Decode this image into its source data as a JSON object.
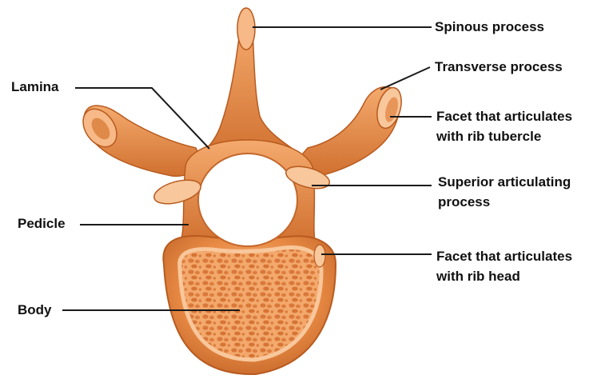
{
  "labels": {
    "spinous_process": "Spinous process",
    "transverse_process": "Transverse process",
    "facet_rib_tubercle_line1": "Facet that articulates",
    "facet_rib_tubercle_line2": "with rib tubercle",
    "superior_articulating_line1": "Superior articulating",
    "superior_articulating_line2": "process",
    "facet_rib_head_line1": "Facet that articulates",
    "facet_rib_head_line2": "with rib head",
    "lamina": "Lamina",
    "pedicle": "Pedicle",
    "body": "Body"
  },
  "colors": {
    "bone": "#e98b45",
    "bone_light": "#f6b987",
    "bone_dark": "#b85a1f",
    "facet": "#f8c79b",
    "cancellous": "#f3a86c",
    "cancellous_holes": "#d9783a",
    "background": "#ffffff"
  }
}
